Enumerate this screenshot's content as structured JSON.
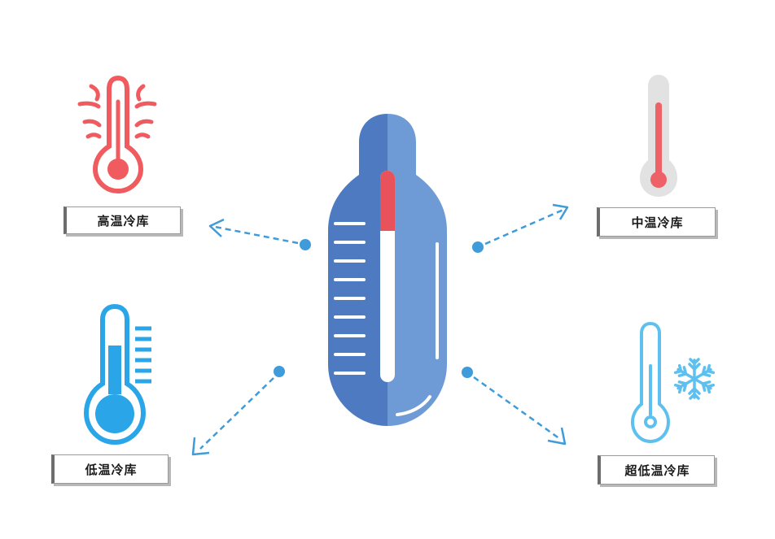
{
  "labels": {
    "high": "高温冷库",
    "mid": "中温冷库",
    "low": "低温冷库",
    "ultra_low": "超低温冷库"
  },
  "icons": {
    "center": "large-thermometer-icon",
    "high": "hot-thermometer-icon",
    "mid": "medium-thermometer-icon",
    "low": "cold-thermometer-icon",
    "ultra_low": "snowflake-thermometer-icon"
  },
  "colors": {
    "thermo_dark": "#4d7ac0",
    "thermo_light": "#6e9ad6",
    "mercury_red": "#e8525a",
    "hot_red": "#ef5b5f",
    "mid_grey": "#e2e2e2",
    "mid_red": "#ee6166",
    "low_blue": "#2aa6e8",
    "ultra_blue": "#5ec0ef",
    "arrow_blue": "#3f9bd9"
  }
}
